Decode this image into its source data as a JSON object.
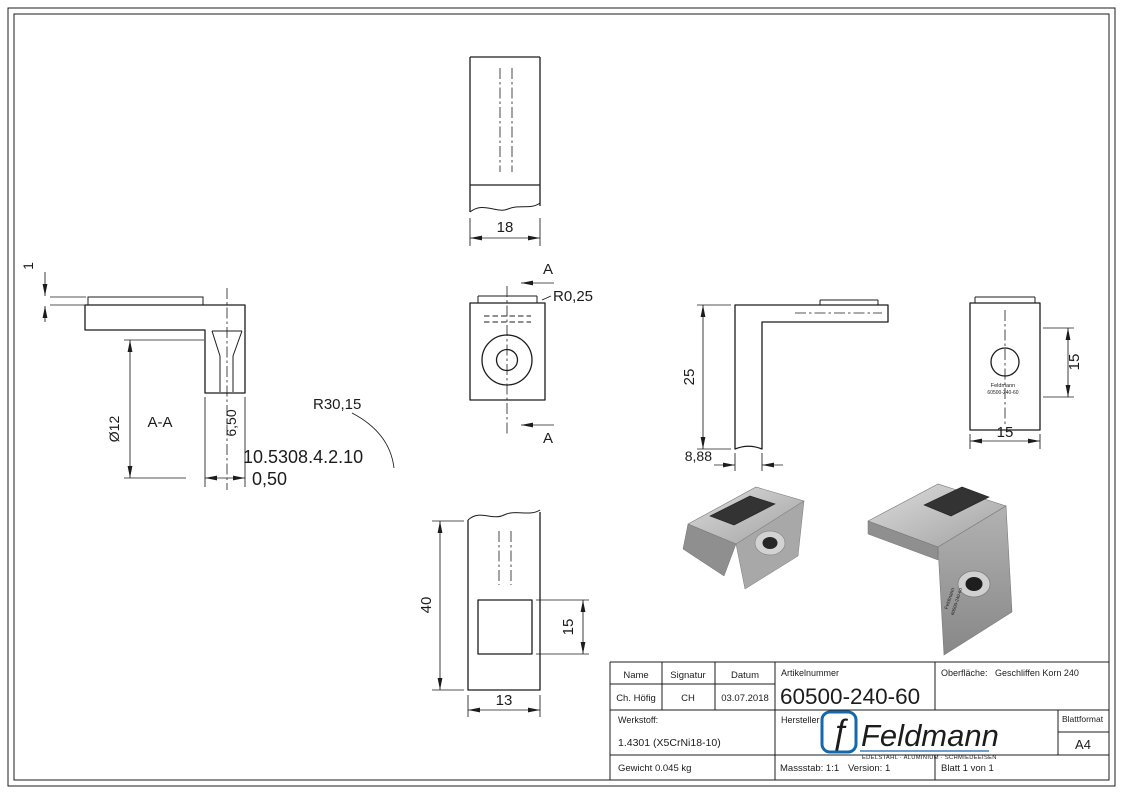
{
  "drawing": {
    "views": {
      "top_view": {
        "width": "18"
      },
      "front_view": {
        "section_label": "A",
        "radius": "R0,25"
      },
      "section_view": {
        "label": "A-A",
        "pad_thickness": "1",
        "diameter": "Ø12",
        "counter_sink": "6,50",
        "radius": "R30,15",
        "ref_number": "10.5308.4.2.10",
        "gap": "0,50"
      },
      "side_view": {
        "height": "25",
        "depth": "8,88"
      },
      "right_view": {
        "height": "15",
        "width": "15",
        "engraving_line1": "Feldmann",
        "engraving_line2": "60500-240-60"
      },
      "bottom_view": {
        "length": "40",
        "pad": "15",
        "width": "13"
      }
    }
  },
  "title_block": {
    "headers": {
      "name": "Name",
      "signatur": "Signatur",
      "datum": "Datum"
    },
    "values": {
      "name": "Ch. Höfig",
      "signatur": "CH",
      "datum": "03.07.2018"
    },
    "artikelnummer_label": "Artikelnummer",
    "artikelnummer": "60500-240-60",
    "oberflaeche_label": "Oberfläche:",
    "oberflaeche_value": "Geschliffen Korn 240",
    "werkstoff_label": "Werkstoff:",
    "werkstoff_value": "1.4301 (X5CrNi18-10)",
    "hersteller_label": "Hersteller",
    "blattformat_label": "Blattformat",
    "blattformat_value": "A4",
    "gewicht": "Gewicht 0.045 kg",
    "massstab": "Massstab: 1:1",
    "version": "Version: 1",
    "blatt": "Blatt 1 von 1",
    "logo": {
      "initial": "ƒ",
      "text": "Feldmann",
      "tagline": "EDELSTAHL · ALUMINIUM · SCHMIEDEEISEN",
      "color": "#1668ad"
    }
  }
}
